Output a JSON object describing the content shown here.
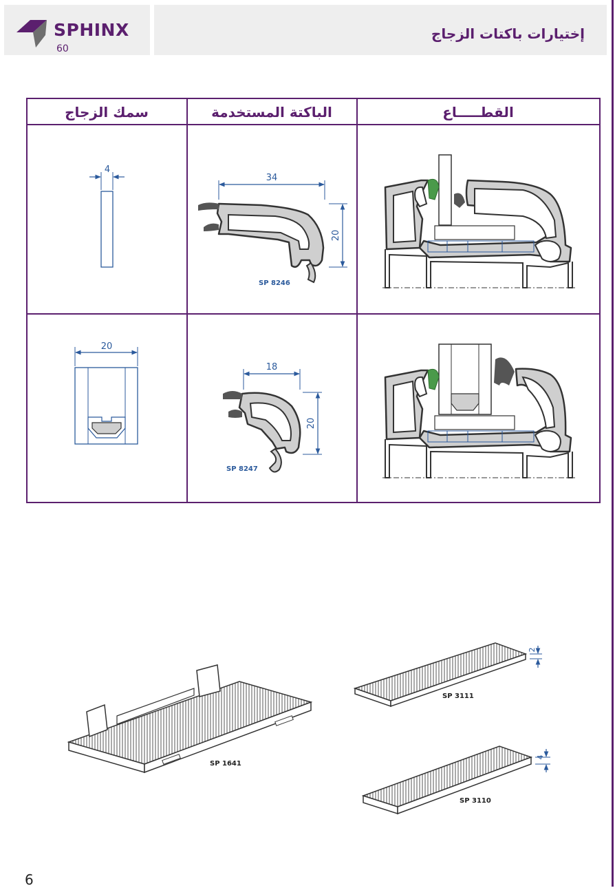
{
  "brand": {
    "name": "SPHINX",
    "number": "60"
  },
  "page_title": "إختيارات باكتات الزجاج",
  "table": {
    "headers": {
      "glass": "سمك الزجاج",
      "bead": "الباكتة المستخدمة",
      "section": "القطـــــاع"
    },
    "rows": [
      {
        "glass_dim": "4",
        "bead_width": "34",
        "bead_height": "20",
        "bead_code": "SP 8246"
      },
      {
        "glass_dim": "20",
        "bead_width": "18",
        "bead_height": "20",
        "bead_code": "SP 8247"
      }
    ]
  },
  "spacers": [
    {
      "code": "SP 1641"
    },
    {
      "code": "SP 3111",
      "thickness": "2"
    },
    {
      "code": "SP 3110",
      "thickness": "4"
    }
  ],
  "page_number": "6",
  "colors": {
    "brand": "#5b1f6e",
    "dimension": "#2b5a9c",
    "gasket": "#4a9a4a"
  }
}
